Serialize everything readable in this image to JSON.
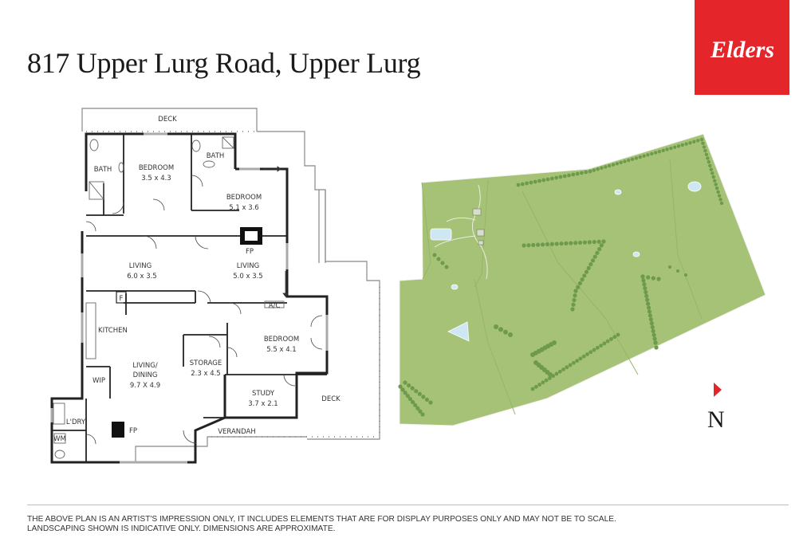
{
  "title": "817 Upper Lurg Road, Upper Lurg",
  "logo_text": "Elders",
  "colors": {
    "brand_red": "#e4262b",
    "land_green": "#a6c277",
    "dam_blue": "#cfe7f3",
    "tree_green": "#6e9a4d"
  },
  "floorplan": {
    "labels": {
      "deck_top": "DECK",
      "bath_left": "BATH",
      "bedroom1": "BEDROOM",
      "bedroom1_dim": "3.5 x 4.3",
      "bath_right": "BATH",
      "bedroom2": "BEDROOM",
      "bedroom2_dim": "5.1 x 3.6",
      "fp_top": "FP",
      "living1": "LIVING",
      "living1_dim": "6.0 x 3.5",
      "living2": "LIVING",
      "living2_dim": "5.0 x 3.5",
      "fridge": "F",
      "ac": "A/C",
      "kitchen": "KITCHEN",
      "bedroom3": "BEDROOM",
      "bedroom3_dim": "5.5 x 4.1",
      "storage": "STORAGE",
      "storage_dim": "2.3 x 4.5",
      "living_dining": "LIVING/",
      "living_dining2": "DINING",
      "living_dining_dim": "9.7 X 4.9",
      "wip": "WIP",
      "study": "STUDY",
      "study_dim": "3.7 x 2.1",
      "deck_right": "DECK",
      "lodry": "L'DRY",
      "wm": "WM",
      "fp_bottom": "FP",
      "verandah": "VERANDAH"
    }
  },
  "north_label": "N",
  "disclaimer": {
    "line1": "THE ABOVE PLAN IS AN ARTIST'S IMPRESSION ONLY, IT INCLUDES ELEMENTS THAT ARE FOR DISPLAY PURPOSES ONLY AND MAY NOT BE TO SCALE.",
    "line2": "LANDSCAPING SHOWN IS INDICATIVE ONLY. DIMENSIONS ARE APPROXIMATE."
  }
}
